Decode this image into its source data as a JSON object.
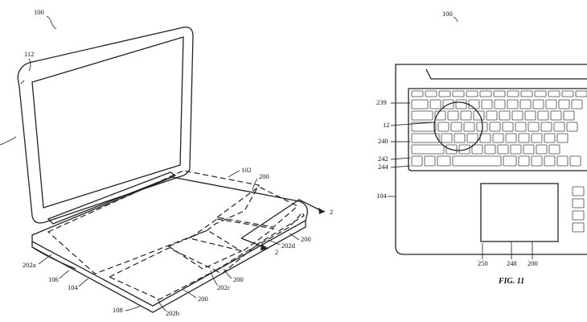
{
  "left_figure": {
    "ref_main": "100",
    "labels": {
      "display": "112",
      "top_case": "102",
      "region_a": "200",
      "region_b": "200",
      "region_c": "200",
      "region_d": "200",
      "zone_a": "202a",
      "zone_b": "202b",
      "zone_c": "202c",
      "zone_d": "202d",
      "edge": "106",
      "base": "104",
      "bottom": "108",
      "section_top": "2",
      "section_bottom": "2"
    }
  },
  "right_figure": {
    "ref_main": "100",
    "caption": "FIG. 11",
    "labels": {
      "row_top": "239",
      "circle": "12",
      "row_mid": "240",
      "row_low1": "242",
      "row_low2": "244",
      "housing": "104",
      "trackpad_left": "250",
      "trackpad_mid": "248",
      "trackpad_right": "200"
    }
  }
}
